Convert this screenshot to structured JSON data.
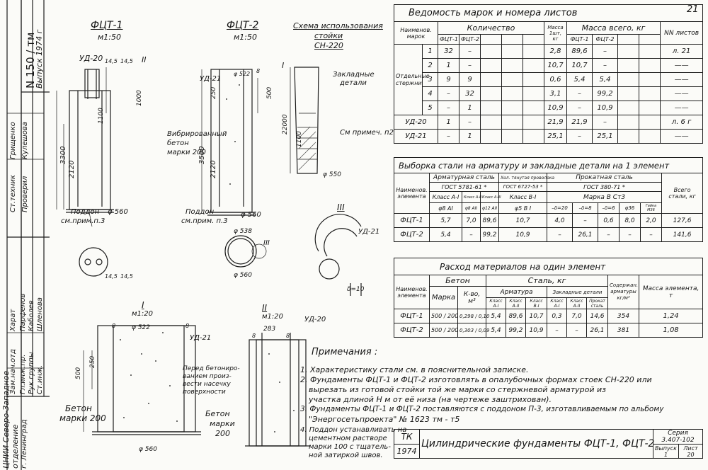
{
  "sheet_number": "21",
  "series_block": {
    "code": "N 150 / тм",
    "issue": "Выпуск 1974 г"
  },
  "sidebar": {
    "rows": [
      {
        "role": "Зам.нач.отд",
        "name": "Харат"
      },
      {
        "role": "Гл.инж.пр.",
        "name": "Парфенов"
      },
      {
        "role": "Рук.группы",
        "name": "Каболев"
      },
      {
        "role": "Ст.инж.",
        "name": "Шленова"
      },
      {
        "role": "Ст.техник",
        "name": "Грищенко"
      },
      {
        "role": "Проверил",
        "name": "Кулешова"
      }
    ],
    "organization": [
      "ЦНИИ Северо-Западное",
      "отделение",
      "г. Ленинград"
    ]
  },
  "drawings": {
    "fct1": {
      "title": "ФЦТ-1",
      "scale": "м1:50",
      "dims": [
        "14,5",
        "14,5",
        "1100",
        "1000",
        "3300",
        "2120",
        "φ 560"
      ],
      "marks": [
        "УД-20",
        "II"
      ]
    },
    "fct2": {
      "title": "ФЦТ-2",
      "scale": "м1:50",
      "dims": [
        "φ 522",
        "8",
        "250",
        "500",
        "3500",
        "2120",
        "φ 560"
      ],
      "marks": [
        "УД-21",
        "I"
      ]
    },
    "scheme": {
      "title": [
        "Схема использования",
        "стойки",
        "СН-220"
      ],
      "labels": [
        "Закладные",
        "детали",
        "См примеч. п2"
      ],
      "dims": [
        "22000",
        "1100",
        "φ 550"
      ]
    },
    "concrete_label": [
      "Вибрированный",
      "бетон",
      "марки 200"
    ],
    "pallet1": [
      "Поддон",
      "см.прим.п.3"
    ],
    "pallet2": [
      "Поддон",
      "см.прим. п.3"
    ],
    "section_fct1": {
      "dims": [
        "14,5",
        "14,5"
      ]
    },
    "section_fct2": {
      "dims": [
        "φ 538",
        "φ 560"
      ],
      "mark": "III"
    },
    "detail3": {
      "title": "III",
      "mark": "УД-21",
      "dim": "δ=10"
    },
    "detail1": {
      "title": "I",
      "scale": "м1:20",
      "dims": [
        "8",
        "φ 522",
        "8",
        "250",
        "500",
        "φ 560"
      ],
      "mark": "УД-21",
      "label": [
        "Бетон",
        "марки 200"
      ]
    },
    "detail2": {
      "title": "II",
      "scale": "м1:20",
      "dims": [
        "283",
        "8",
        "8"
      ],
      "mark": "УД-20",
      "note": [
        "Перед бетониро-",
        "ванием произ-",
        "вести насечку",
        "поверхности"
      ],
      "label": [
        "Бетон",
        "марки",
        "200"
      ]
    }
  },
  "table1": {
    "title": "Ведомость марок и номера листов",
    "col_headers": [
      "Наименов. марок",
      "Количество",
      "ФЦТ-1",
      "ФЦТ-2",
      "Масса 1шт, кг",
      "Масса всего, кг",
      "ФЦТ-1",
      "ФЦТ-2",
      "NN листов"
    ],
    "group_label": "Отдельные стержни",
    "rows": [
      {
        "mark": "1",
        "q1": "32",
        "q2": "–",
        "mass": "2,8",
        "m1": "89,6",
        "m2": "–",
        "sheet": "л. 21"
      },
      {
        "mark": "2",
        "q1": "1",
        "q2": "–",
        "mass": "10,7",
        "m1": "10,7",
        "m2": "–",
        "sheet": "——"
      },
      {
        "mark": "3",
        "q1": "9",
        "q2": "9",
        "mass": "0,6",
        "m1": "5,4",
        "m2": "5,4",
        "sheet": "——"
      },
      {
        "mark": "4",
        "q1": "–",
        "q2": "32",
        "mass": "3,1",
        "m1": "–",
        "m2": "99,2",
        "sheet": "——"
      },
      {
        "mark": "5",
        "q1": "–",
        "q2": "1",
        "mass": "10,9",
        "m1": "–",
        "m2": "10,9",
        "sheet": "——"
      },
      {
        "mark": "УД-20",
        "q1": "1",
        "q2": "–",
        "mass": "21,9",
        "m1": "21,9",
        "m2": "–",
        "sheet": "л. 6 г"
      },
      {
        "mark": "УД-21",
        "q1": "–",
        "q2": "1",
        "mass": "25,1",
        "m1": "–",
        "m2": "25,1",
        "sheet": "——"
      }
    ]
  },
  "table2": {
    "title": "Выборка стали на арматуру и закладные детали на 1 элемент",
    "h_name": "Наименов. элемента",
    "h_armature": "Арматурная сталь",
    "h_gost1": "ГОСТ 5781-61 *",
    "h_hot": "Хол. тянутая проволока",
    "h_gost_hot": "ГОСТ 6727-53 *",
    "h_rolled": "Прокатная сталь",
    "h_gost2": "ГОСТ 380-71 *",
    "h_total": "Всего стали, кг",
    "h_classA1": "Класс А-I",
    "h_classA2": "Класс А-II",
    "h_classA3": "Класс А-III",
    "h_classB1": "Класс В-I",
    "h_mark": "Марка  В Ст3",
    "sub": [
      "φ8 АI",
      "φ8 АII",
      "φ12 АII",
      "φ5 В I",
      "–δ=20",
      "–δ=8",
      "–δ=6",
      "φ36",
      "Гайка М36"
    ],
    "rows": [
      {
        "name": "ФЦТ-1",
        "v": [
          "5,7",
          "7,0",
          "89,6",
          "10,7",
          "4,0",
          "–",
          "0,6",
          "8,0",
          "2,0",
          "127,6"
        ]
      },
      {
        "name": "ФЦТ-2",
        "v": [
          "5,4",
          "–",
          "99,2",
          "10,9",
          "–",
          "26,1",
          "–",
          "–",
          "–",
          "141,6"
        ]
      }
    ]
  },
  "table3": {
    "title": "Расход материалов на один элемент",
    "h_name": "Наименов. элемента",
    "h_concrete": "Бетон",
    "h_steel": "Сталь, кг",
    "h_brand": "Марка",
    "h_volume": "К-во, м³",
    "h_armature": "Арматура",
    "h_embedded": "Закладные детали",
    "h_content": "Содержан. арматуры кг/м³",
    "h_mass": "Масса элемента, т",
    "sub": [
      "Класс А-I",
      "Класс А-II",
      "Класс В-I",
      "Класс А-I",
      "Класс А-II",
      "Прокат сталь"
    ],
    "rows": [
      {
        "name": "ФЦТ-1",
        "brand": "500 / 200",
        "vol": "0,298 / 0,10",
        "v": [
          "5,4",
          "89,6",
          "10,7",
          "0,3",
          "7,0",
          "14,6"
        ],
        "content": "354",
        "mass": "1,24"
      },
      {
        "name": "ФЦТ-2",
        "brand": "500 / 200",
        "vol": "0,303 / 0,09",
        "v": [
          "5,4",
          "99,2",
          "10,9",
          "–",
          "–",
          "26,1"
        ],
        "content": "381",
        "mass": "1,08"
      }
    ]
  },
  "notes": {
    "heading": "Примечания :",
    "lines": [
      "1. Характеристику стали см. в пояснительной записке.",
      "2. Фундаменты ФЦТ-1 и ФЦТ-2 изготовлять в опалубочных формах стоек СН-220 или",
      "вырезать из готовой стойки той же марки со стержневой арматурой из",
      "участка длиной Н м от её низа (на чертеже заштрихован).",
      "3. Фундаменты ФЦТ-1 и ФЦТ-2 поставляются с поддоном П-3, изготавливаемым по альбому",
      "\"Энергосетьпроекта\" № 1623 тм - т5",
      "4. Поддон устанавливать на",
      "цементном растворе",
      "марки 100 с тщатель-",
      "ной затиркой швов."
    ]
  },
  "title_block": {
    "tk": "ТК",
    "year": "1974",
    "title": "Цилиндрические фундаменты ФЦТ-1, ФЦТ-2",
    "series_label": "Серия",
    "series_value": "3.407-102",
    "issue_label": "Выпуск",
    "sheet_label": "Лист",
    "issue_value": "1",
    "sheet_value": "20"
  }
}
